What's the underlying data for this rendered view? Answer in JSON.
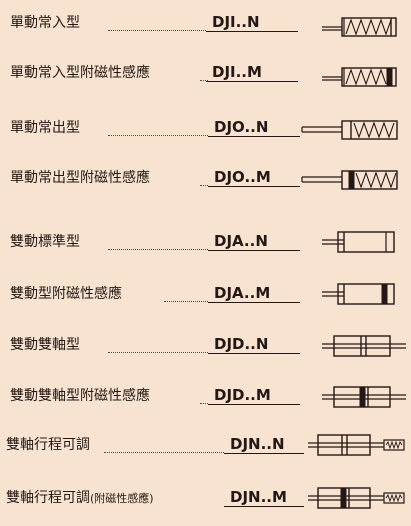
{
  "rows": [
    {
      "name": "單動常入型",
      "code": "DJI..N",
      "symbol": "single-acting-spring-in"
    },
    {
      "name": "單動常入型附磁性感應",
      "code": "DJI..M",
      "symbol": "single-acting-spring-in-magnetic"
    },
    {
      "name": "單動常出型",
      "code": "DJO..N",
      "symbol": "single-acting-spring-out"
    },
    {
      "name": "單動常出型附磁性感應",
      "code": "DJO..M",
      "symbol": "single-acting-spring-out-magnetic"
    },
    {
      "name": "雙動標準型",
      "code": "DJA..N",
      "symbol": "double-acting"
    },
    {
      "name": "雙動型附磁性感應",
      "code": "DJA..M",
      "symbol": "double-acting-magnetic"
    },
    {
      "name": "雙動雙軸型",
      "code": "DJD..N",
      "symbol": "double-rod"
    },
    {
      "name": "雙動雙軸型附磁性感應",
      "code": "DJD..M",
      "symbol": "double-rod-magnetic"
    },
    {
      "name": "雙軸行程可調",
      "code": "DJN..N",
      "symbol": "double-rod-adjustable"
    },
    {
      "name": "雙軸行程可調",
      "name_suffix": "(附磁性感應)",
      "code": "DJN..M",
      "symbol": "double-rod-adjustable-magnetic"
    }
  ]
}
